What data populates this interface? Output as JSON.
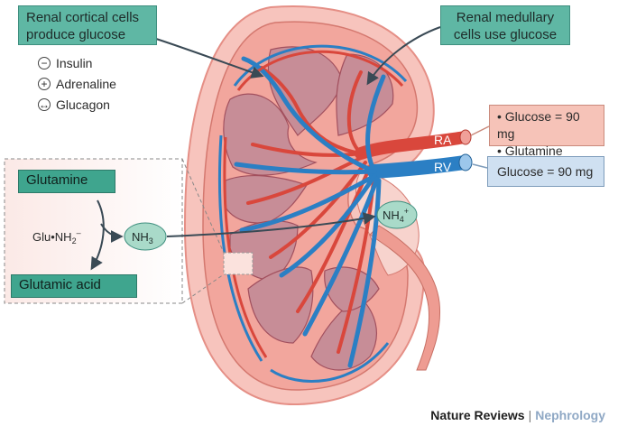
{
  "labels": {
    "cortical": [
      "Renal cortical cells",
      "produce glucose"
    ],
    "medullary": [
      "Renal medullary",
      "cells use glucose"
    ],
    "ra": "RA",
    "rv": "RV",
    "ra_glucose": "Glucose = 90 mg",
    "ra_glutamine": "Glutamine",
    "rv_glucose": "Glucose = 90 mg",
    "glutamine_box": "Glutamine",
    "glutamic_box": "Glutamic acid",
    "nh3": "NH",
    "nh3_sub": "3",
    "nh4": "NH",
    "nh4_sub": "4",
    "nh4_sup": "+",
    "glu": "Glu•NH",
    "glu_sub": "2",
    "glu_sup": "–"
  },
  "legend": [
    {
      "symbol": "−",
      "label": "Insulin"
    },
    {
      "symbol": "+",
      "label": "Adrenaline"
    },
    {
      "symbol": "↔",
      "label": "Glucagon"
    }
  ],
  "footer": {
    "publisher": "Nature Reviews",
    "separator": "|",
    "journal": "Nephrology"
  },
  "colors": {
    "teal": "#5fb7a4",
    "artery": "#d9473c",
    "vein": "#2b7fc4",
    "cortex": "#f3a79e",
    "medulla": "#c48a94"
  }
}
